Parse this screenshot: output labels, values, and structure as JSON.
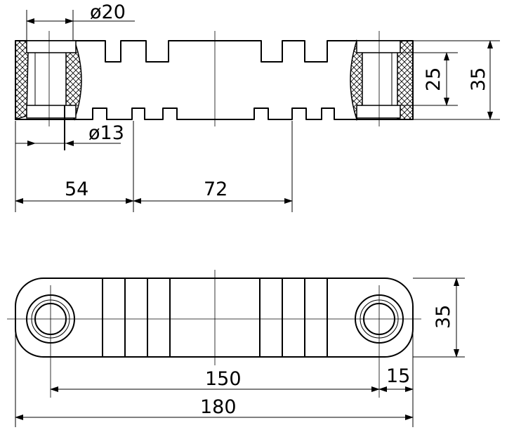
{
  "dimensions": {
    "top_view": {
      "outer_diameter": "ø20",
      "inner_diameter": "ø13",
      "offset_first_groove": "54",
      "groove_span": "72",
      "inner_height": "25",
      "overall_height": "35"
    },
    "front_view": {
      "hole_spacing": "150",
      "overall_length": "180",
      "end_offset": "15",
      "height": "35"
    }
  }
}
